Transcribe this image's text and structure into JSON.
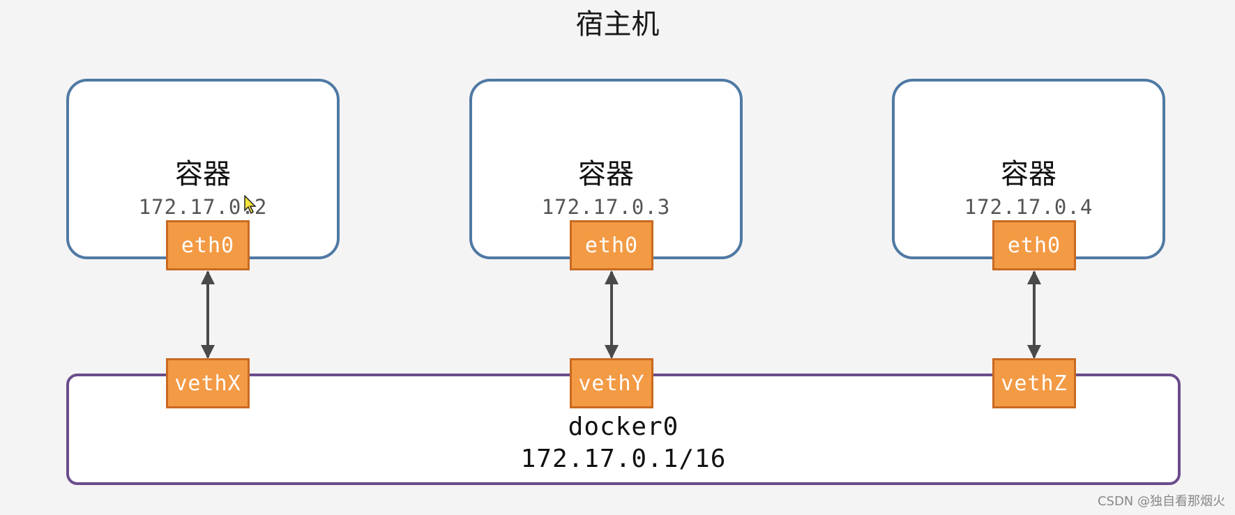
{
  "title": "宿主机",
  "containers": [
    {
      "label": "容器",
      "ip": "172.17.0.2",
      "eth": "eth0",
      "veth": "vethX"
    },
    {
      "label": "容器",
      "ip": "172.17.0.3",
      "eth": "eth0",
      "veth": "vethY"
    },
    {
      "label": "容器",
      "ip": "172.17.0.4",
      "eth": "eth0",
      "veth": "vethZ"
    }
  ],
  "bridge": {
    "name": "docker0",
    "cidr": "172.17.0.1/16"
  },
  "watermark": "CSDN @独自看那烟火",
  "colors": {
    "container_border": "#4f79a4",
    "bridge_border": "#6a4d8a",
    "interface_fill": "#f39a45",
    "interface_border": "#c96a22",
    "link": "#4a4a4a"
  }
}
